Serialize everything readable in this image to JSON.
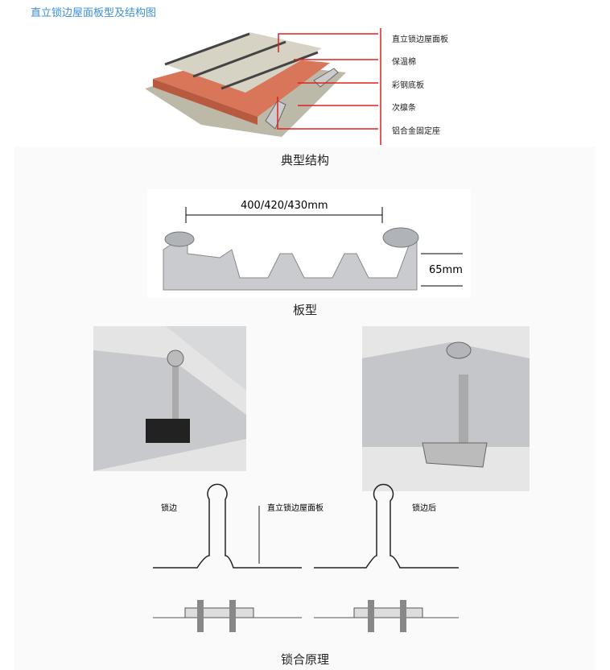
{
  "title": "直立锁边屋面板型及结构图",
  "structure": {
    "labels": [
      "直立锁边屋面板",
      "保温棉",
      "彩钢底板",
      "次檩条",
      "铝合金固定座"
    ],
    "caption": "典型结构"
  },
  "profile": {
    "width_label": "400/420/430mm",
    "height_label": "65mm",
    "caption": "板型"
  },
  "principle": {
    "label_lock": "锁边",
    "label_panel": "直立锁边屋面板",
    "label_after": "锁边后",
    "caption": "锁合原理"
  },
  "colors": {
    "title": "#3b8fd3",
    "arrow": "#e02020",
    "insulation": "#d9765a"
  }
}
